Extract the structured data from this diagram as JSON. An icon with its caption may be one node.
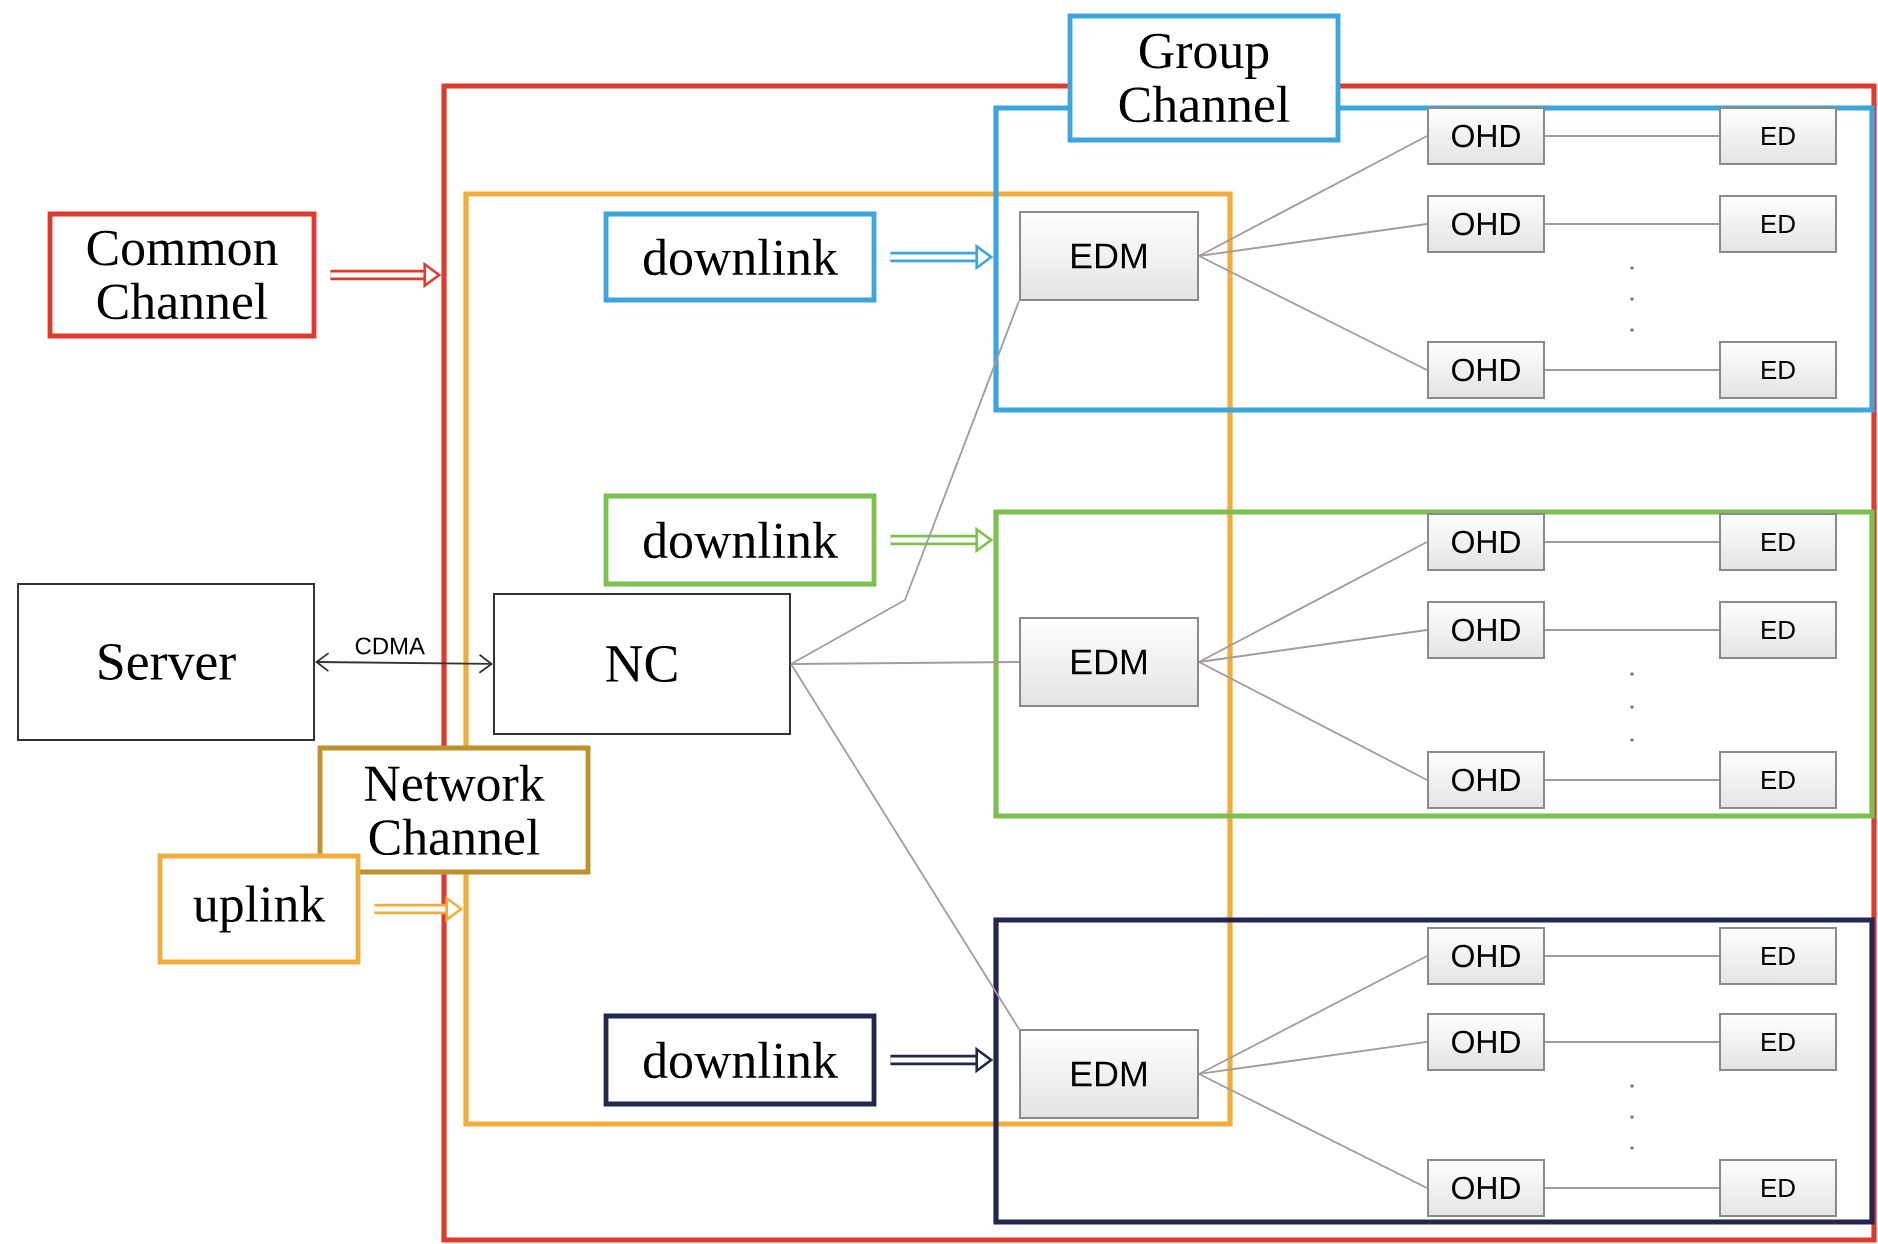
{
  "diagram": {
    "nodes": [
      {
        "text": [],
        "shape": "box"
      },
      {
        "text": [
          "Common Channel"
        ]
      },
      {
        "text": [
          "Group Channel"
        ]
      },
      {
        "text": [],
        "shape": "box",
        "in": 0
      },
      {
        "text": [
          "downlink"
        ],
        "in": 3
      },
      {
        "text": [
          "downlink"
        ],
        "in": 3
      },
      {
        "text": [
          "NC"
        ],
        "in": 3
      },
      {
        "text": [
          "downlink"
        ],
        "in": 3
      },
      {
        "text": [
          "Server"
        ]
      },
      {
        "text": [
          "Network Channel"
        ]
      },
      {
        "text": [
          "uplink"
        ]
      },
      {
        "text": [],
        "shape": "box",
        "in": 0
      },
      {
        "text": [
          "EDM"
        ]
      },
      {
        "text": [
          "OHD"
        ],
        "in": 11
      },
      {
        "text": [
          "ED"
        ],
        "in": 11
      },
      {
        "text": [
          "OHD"
        ],
        "in": 11
      },
      {
        "text": [
          "ED"
        ],
        "in": 11
      },
      {
        "text": [
          "OHD"
        ],
        "in": 11
      },
      {
        "text": [
          "ED"
        ],
        "in": 11
      },
      {
        "text": [],
        "shape": "box",
        "in": 0
      },
      {
        "text": [
          "EDM"
        ]
      },
      {
        "text": [
          "OHD"
        ],
        "in": 19
      },
      {
        "text": [
          "ED"
        ],
        "in": 19
      },
      {
        "text": [
          "OHD"
        ],
        "in": 19
      },
      {
        "text": [
          "ED"
        ],
        "in": 19
      },
      {
        "text": [
          "OHD"
        ],
        "in": 19
      },
      {
        "text": [
          "ED"
        ],
        "in": 19
      },
      {
        "text": [],
        "shape": "box",
        "in": 0
      },
      {
        "text": [
          "EDM"
        ]
      },
      {
        "text": [
          "OHD"
        ],
        "in": 27
      },
      {
        "text": [
          "ED"
        ],
        "in": 27
      },
      {
        "text": [
          "OHD"
        ],
        "in": 27
      },
      {
        "text": [
          "ED"
        ],
        "in": 27
      },
      {
        "text": [
          "OHD"
        ],
        "in": 27
      },
      {
        "text": [
          "ED"
        ],
        "in": 27
      }
    ],
    "edges": [
      {
        "from": 1,
        "to": 0,
        "arrow": "to",
        "style": "thick",
        "color": "#e03a2e"
      },
      {
        "from": 4,
        "to": 11,
        "arrow": "to",
        "style": "thick",
        "color": "#3aa6dc"
      },
      {
        "from": 5,
        "to": 19,
        "arrow": "to",
        "style": "thick",
        "color": "#7cc04e"
      },
      {
        "from": 7,
        "to": 27,
        "arrow": "to",
        "style": "thick",
        "color": "#23264f"
      },
      {
        "from": 10,
        "to": 3,
        "arrow": "to",
        "style": "thick",
        "color": "#f2ac3c"
      },
      {
        "from": 8,
        "to": 6,
        "arrow": "both",
        "label": "CDMA",
        "color": "#333333"
      },
      {
        "from": 6,
        "to": 12,
        "arrow": "none"
      },
      {
        "from": 6,
        "to": 20,
        "arrow": "none"
      },
      {
        "from": 6,
        "to": 28,
        "arrow": "none"
      },
      {
        "from": 12,
        "to": 13,
        "arrow": "none"
      },
      {
        "from": 12,
        "to": 15,
        "arrow": "none"
      },
      {
        "from": 12,
        "to": 17,
        "arrow": "none"
      },
      {
        "from": 13,
        "to": 14,
        "arrow": "none"
      },
      {
        "from": 15,
        "to": 16,
        "arrow": "none"
      },
      {
        "from": 17,
        "to": 18,
        "arrow": "none"
      },
      {
        "from": 20,
        "to": 21,
        "arrow": "none"
      },
      {
        "from": 20,
        "to": 23,
        "arrow": "none"
      },
      {
        "from": 20,
        "to": 25,
        "arrow": "none"
      },
      {
        "from": 21,
        "to": 22,
        "arrow": "none"
      },
      {
        "from": 23,
        "to": 24,
        "arrow": "none"
      },
      {
        "from": 25,
        "to": 26,
        "arrow": "none"
      },
      {
        "from": 28,
        "to": 29,
        "arrow": "none"
      },
      {
        "from": 28,
        "to": 31,
        "arrow": "none"
      },
      {
        "from": 28,
        "to": 33,
        "arrow": "none"
      },
      {
        "from": 29,
        "to": 30,
        "arrow": "none"
      },
      {
        "from": 31,
        "to": 32,
        "arrow": "none"
      },
      {
        "from": 33,
        "to": 34,
        "arrow": "none"
      }
    ]
  }
}
